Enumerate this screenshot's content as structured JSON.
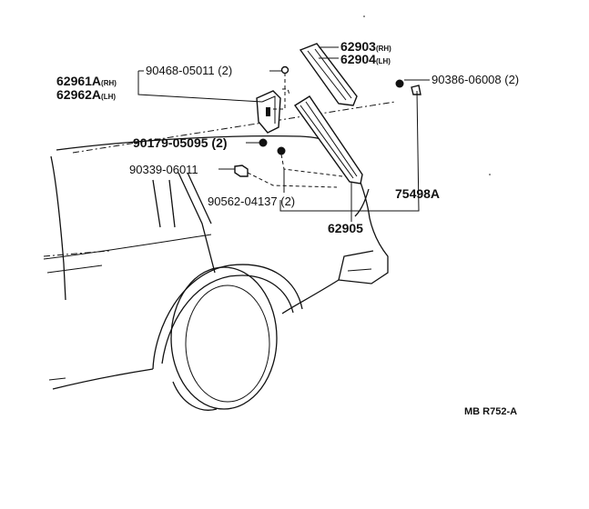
{
  "diagram_code": "MB R752-A",
  "labels": {
    "p62903": {
      "num": "62903",
      "side": "(RH)"
    },
    "p62904": {
      "num": "62904",
      "side": "(LH)"
    },
    "p62961A": {
      "num": "62961A",
      "side": "(RH)"
    },
    "p62962A": {
      "num": "62962A",
      "side": "(LH)"
    },
    "p90468": "90468-05011 (2)",
    "p90386": "90386-06008 (2)",
    "p90179": "90179-05095 (2)",
    "p90339": "90339-06011",
    "p90562": "90562-04137 (2)",
    "p75498A": "75498A",
    "p62905": "62905"
  }
}
